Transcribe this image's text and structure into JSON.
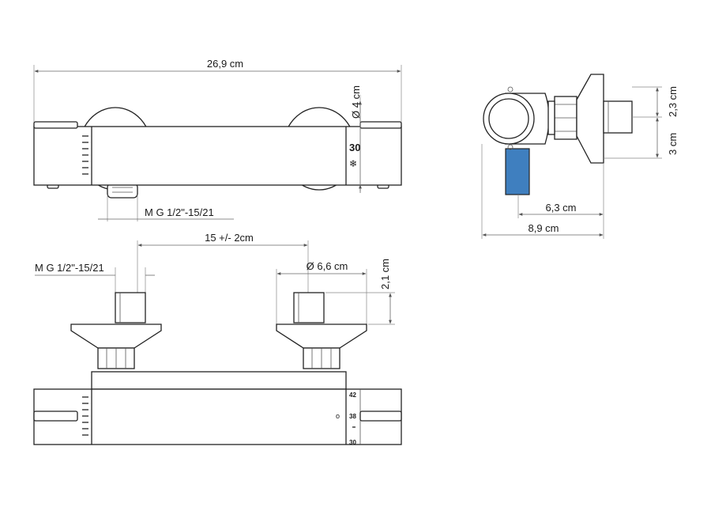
{
  "dimensions": {
    "total_length": "26,9 cm",
    "top_diameter": "Ø 4 cm",
    "top_thread": "M G 1/2\"-15/21",
    "spacing": "15 +/- 2cm",
    "bottom_thread": "M G 1/2\"-15/21",
    "flange_diameter": "Ø 6,6 cm",
    "connector_height": "2,1 cm",
    "side_height_a": "2,3 cm",
    "side_height_b": "3 cm",
    "side_depth_inner": "6,3 cm",
    "side_depth_total": "8,9 cm"
  },
  "top_view": {
    "temp_value": "30",
    "cold_symbol": "❄"
  },
  "front_view": {
    "scale_42": "42",
    "scale_38": "38",
    "scale_30": "30",
    "scale_dot": "o"
  },
  "colors": {
    "outline": "#222222",
    "pipe_fill": "#3f7fbf"
  }
}
